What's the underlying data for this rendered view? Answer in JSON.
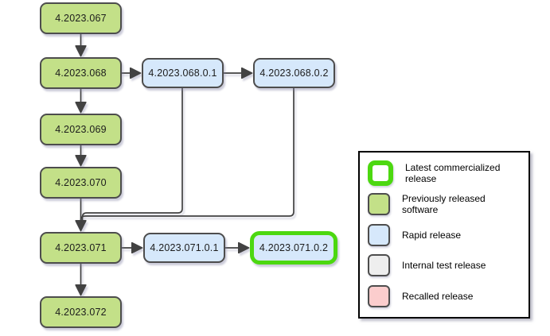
{
  "diagram": {
    "nodes": [
      {
        "label": "4.2023.067",
        "type": "previously-released"
      },
      {
        "label": "4.2023.068",
        "type": "previously-released"
      },
      {
        "label": "4.2023.068.0.1",
        "type": "rapid-release"
      },
      {
        "label": "4.2023.068.0.2",
        "type": "rapid-release"
      },
      {
        "label": "4.2023.069",
        "type": "previously-released"
      },
      {
        "label": "4.2023.070",
        "type": "previously-released"
      },
      {
        "label": "4.2023.071",
        "type": "previously-released"
      },
      {
        "label": "4.2023.071.0.1",
        "type": "rapid-release"
      },
      {
        "label": "4.2023.071.0.2",
        "type": "latest-commercialized-release"
      },
      {
        "label": "4.2023.072",
        "type": "previously-released"
      }
    ],
    "edges": [
      {
        "from": "4.2023.067",
        "to": "4.2023.068"
      },
      {
        "from": "4.2023.068",
        "to": "4.2023.069"
      },
      {
        "from": "4.2023.069",
        "to": "4.2023.070"
      },
      {
        "from": "4.2023.070",
        "to": "4.2023.071"
      },
      {
        "from": "4.2023.071",
        "to": "4.2023.072"
      },
      {
        "from": "4.2023.068",
        "to": "4.2023.068.0.1"
      },
      {
        "from": "4.2023.068.0.1",
        "to": "4.2023.068.0.2"
      },
      {
        "from": "4.2023.068.0.1",
        "to": "4.2023.071"
      },
      {
        "from": "4.2023.068.0.2",
        "to": "4.2023.071"
      },
      {
        "from": "4.2023.071",
        "to": "4.2023.071.0.1"
      },
      {
        "from": "4.2023.071.0.1",
        "to": "4.2023.071.0.2"
      }
    ]
  },
  "legend": {
    "items": [
      {
        "key": "latest-commercialized-release",
        "label": "Latest commercialized release",
        "fill": "#ffffff",
        "border": "#4cd810"
      },
      {
        "key": "previously-released-software",
        "label": "Previously released software",
        "fill": "#c3e088",
        "border": "#4d4d4d"
      },
      {
        "key": "rapid-release",
        "label": "Rapid release",
        "fill": "#d6e8fb",
        "border": "#4d4d4d"
      },
      {
        "key": "internal-test-release",
        "label": "Internal test release",
        "fill": "#eeeeee",
        "border": "#4d4d4d"
      },
      {
        "key": "recalled-release",
        "label": "Recalled release",
        "fill": "#fbcdcd",
        "border": "#4d4d4d"
      }
    ]
  },
  "colors": {
    "green-fill": "#c3e088",
    "blue-fill": "#d6e8fb",
    "gray-fill": "#eeeeee",
    "pink-fill": "#fbcdcd",
    "node-border": "#4d4d4d",
    "latest-border": "#4cd810",
    "line": "#424242"
  }
}
